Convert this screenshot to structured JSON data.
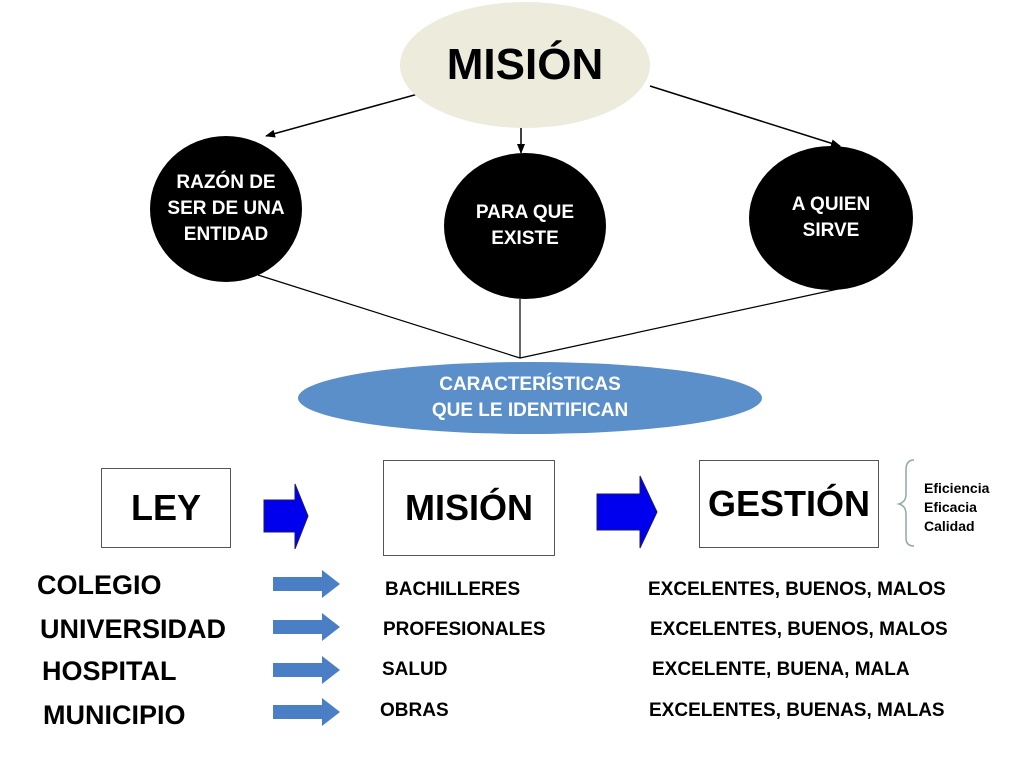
{
  "top_node": "MISIÓN",
  "branches": [
    "RAZÓN DE\nSER DE UNA\nENTIDAD",
    "PARA QUE\nEXISTE",
    "A QUIEN\nSIRVE"
  ],
  "characteristics": "CARACTERÍSTICAS\nQUE LE IDENTIFICAN",
  "flow": {
    "ley": "LEY",
    "mision": "MISIÓN",
    "gestion": "GESTIÓN"
  },
  "qualities": [
    "Eficiencia",
    "Eficacia",
    "Calidad"
  ],
  "rows": [
    {
      "entity": "COLEGIO",
      "product": "BACHILLERES",
      "ratings": "EXCELENTES, BUENOS, MALOS"
    },
    {
      "entity": "UNIVERSIDAD",
      "product": "PROFESIONALES",
      "ratings": "EXCELENTES, BUENOS, MALOS"
    },
    {
      "entity": "HOSPITAL",
      "product": "SALUD",
      "ratings": "EXCELENTE, BUENA, MALA"
    },
    {
      "entity": "MUNICIPIO",
      "product": "OBRAS",
      "ratings": "EXCELENTES, BUENAS, MALAS"
    }
  ],
  "colors": {
    "oval": "#ecebdc",
    "blue_oval": "#5b8fc9",
    "flow_arrow": "#0000ee",
    "row_arrow": "#4a7fc6"
  }
}
